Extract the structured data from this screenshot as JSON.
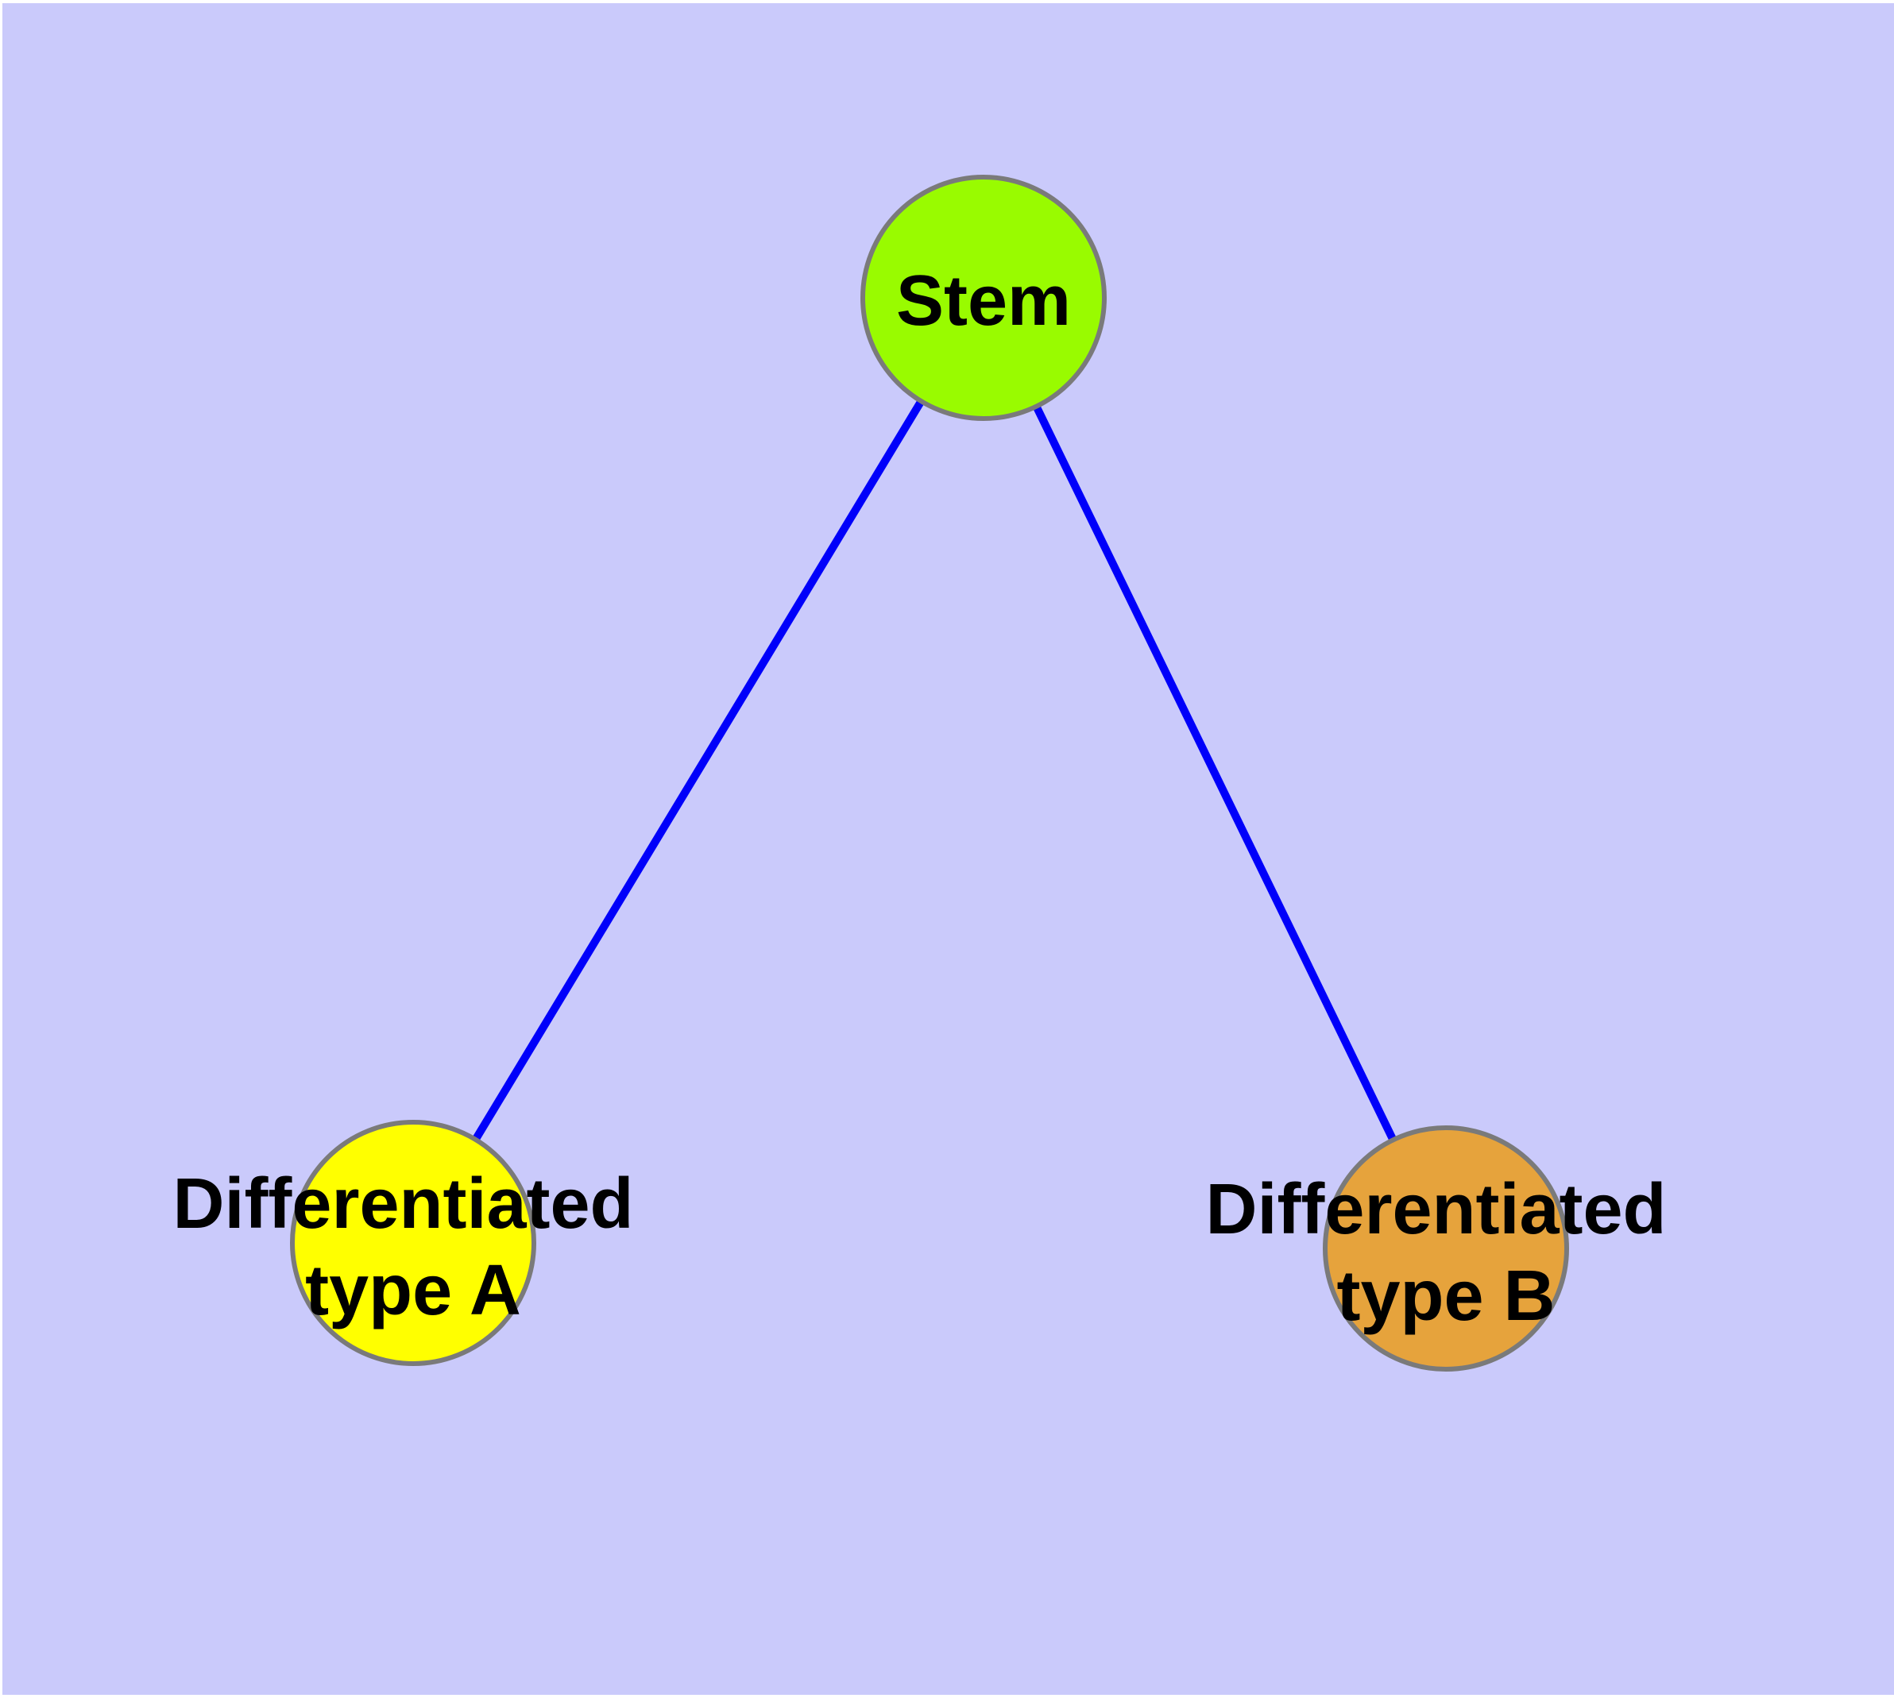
{
  "canvas": {
    "background_color": "#CACAFB",
    "frame_color": "#FFFFFF",
    "edge_color": "#0000FA",
    "node_border_color": "#7A7A7A",
    "label_color": "#000000"
  },
  "diagram": {
    "type": "graph",
    "description": "Stem cell differentiation tree: one stem node linked to two differentiated cell-type nodes",
    "nodes": [
      {
        "id": "stem",
        "label": "Stem",
        "lines": [
          "Stem"
        ],
        "color": "#99FB00"
      },
      {
        "id": "diff-a",
        "label": "Differentiated type A",
        "lines": [
          "Differentiated",
          "type A"
        ],
        "color": "#FFFF00"
      },
      {
        "id": "diff-b",
        "label": "Differentiated type B",
        "lines": [
          "Differentiated",
          "type B"
        ],
        "color": "#E6A33C"
      }
    ],
    "edges": [
      {
        "from": "stem",
        "to": "diff-a"
      },
      {
        "from": "stem",
        "to": "diff-b"
      }
    ]
  }
}
